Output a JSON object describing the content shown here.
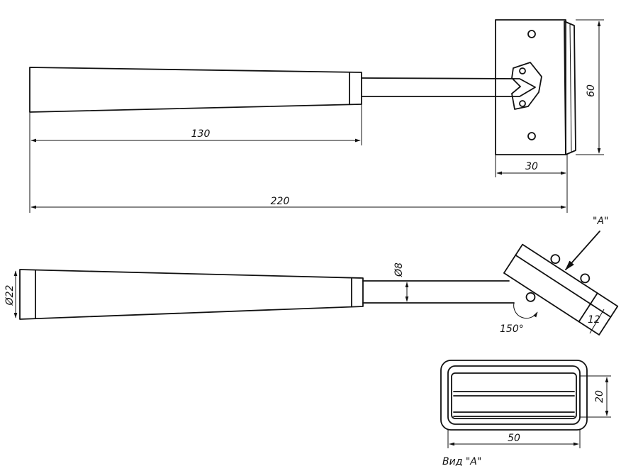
{
  "dimensions": {
    "grip_length": "130",
    "overall_length": "220",
    "plate_height": "60",
    "plate_depth": "30",
    "grip_diameter": "Ø22",
    "rod_diameter": "Ø8",
    "pad_thickness": "12",
    "angle": "150°",
    "view_width": "50",
    "view_height": "20"
  },
  "labels": {
    "view_marker": "\"A\"",
    "view_caption": "Вид \"A\""
  }
}
